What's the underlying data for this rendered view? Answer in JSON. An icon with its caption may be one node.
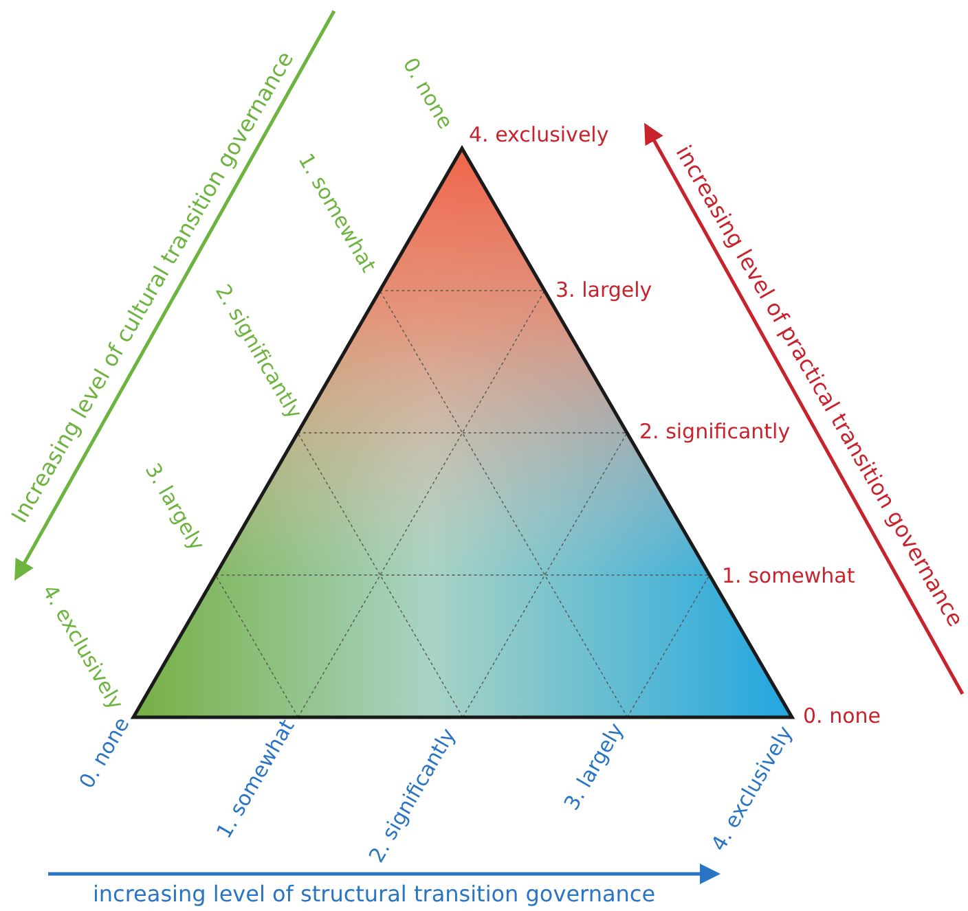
{
  "diagram": {
    "labels": [
      "Increasing level of cultural transition governance",
      "0. none",
      "4. exclusively",
      "1. somewhat",
      "increasing level of practical transition governance",
      "3. largely",
      "2. significantly",
      "2. significantly",
      "3. largely",
      "1. somewhat",
      "4. exclusively",
      "0. none",
      "0. none",
      "1. somewhat",
      "2. significantly",
      "3. largely",
      "4. exclusively",
      "increasing level of structural transition governance"
    ]
  }
}
